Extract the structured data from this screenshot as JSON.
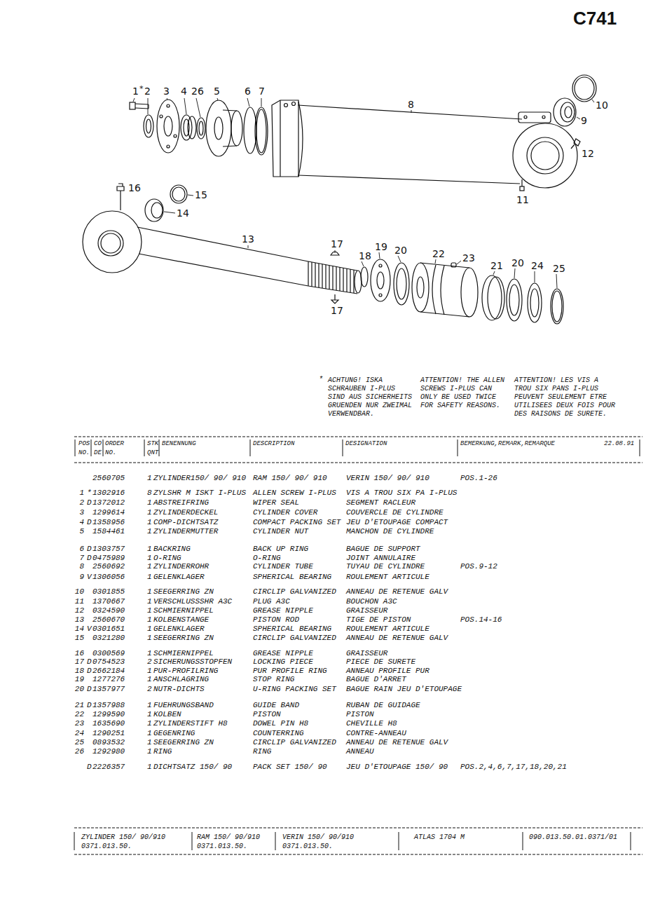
{
  "diagram": {
    "title": "C741",
    "labels": [
      "1",
      "*",
      "2",
      "3",
      "4",
      "26",
      "5",
      "6",
      "7",
      "8",
      "10",
      "9",
      "12",
      "11",
      "16",
      "15",
      "14",
      "13",
      "17",
      "18",
      "19",
      "20",
      "22",
      "23",
      "21",
      "20",
      "24",
      "25",
      "17",
      "*",
      "ACHTUNG! ISKA SCHRAUBEN I-PLUS SIND AUS SICHERHEITS GRUENDEN NUR ZWEIMAL VERWENDBAR.",
      "ATTENTION! THE ALLEN SCREWS I-PLUS CAN ONLY BE USED TWICE FOR SAFETY REASONS.",
      "ATTENTION! LES VIS A TROU SIX PANS I-PLUS PEUVENT SEULEMENT ETRE UTILISEES DEUX FOIS POUR DES RAISONS DE SURETE.",
      "POS",
      "CO",
      "ORDER",
      "STK",
      "BENENNUNG",
      "DESCRIPTION",
      "DESIGNATION",
      "BEMERKUNG,REMARK,REMARQUE",
      "22.08.91",
      "NO.",
      "DE",
      "NO.",
      "QNT",
      "2560705",
      "1",
      "ZYLINDER150/ 90/ 910",
      "RAM 150/ 90/ 910",
      "VERIN 150/ 90/ 910",
      "POS.1-26",
      "1",
      "*",
      "1302916",
      "8",
      "ZYLSHR M ISKT I-PLUS",
      "ALLEN SCREW I-PLUS",
      "VIS A TROU SIX PA I-PLUS",
      "2",
      "D",
      "1372012",
      "1",
      "ABSTREIFRING",
      "WIPER SEAL",
      "SEGMENT RACLEUR",
      "3",
      "1299614",
      "1",
      "ZYLINDERDECKEL",
      "CYLINDER COVER",
      "COUVERCLE DE CYLINDRE",
      "4",
      "D",
      "1358956",
      "1",
      "COMP-DICHTSATZ",
      "COMPACT PACKING SET",
      "JEU D'ETOUPAGE COMPACT",
      "5",
      "1584461",
      "1",
      "ZYLINDERMUTTER",
      "CYLINDER NUT",
      "MANCHON DE CYLINDRE",
      "6",
      "D",
      "1303757",
      "1",
      "BACKRING",
      "BACK UP RING",
      "BAGUE DE SUPPORT",
      "7",
      "D",
      "0475989",
      "1",
      "O-RING",
      "O-RING",
      "JOINT ANNULAIRE",
      "8",
      "2560692",
      "1",
      "ZYLINDERROHR",
      "CYLINDER TUBE",
      "TUYAU DE CYLINDRE",
      "POS.9-12",
      "9",
      "V",
      "1306056",
      "1",
      "GELENKLAGER",
      "SPHERICAL BEARING",
      "ROULEMENT ARTICULE",
      "10",
      "0301855",
      "1",
      "SEEGERRING ZN",
      "CIRCLIP GALVANIZED",
      "ANNEAU DE RETENUE GALV",
      "11",
      "1370667",
      "1",
      "VERSCHLUSSSHR A3C",
      "PLUG A3C",
      "BOUCHON A3C",
      "12",
      "0324590",
      "1",
      "SCHMIERNIPPEL",
      "GREASE NIPPLE",
      "GRAISSEUR",
      "13",
      "2560670",
      "1",
      "KOLBENSTANGE",
      "PISTON ROD",
      "TIGE DE PISTON",
      "POS.14-16",
      "14",
      "V",
      "0301651",
      "1",
      "GELENKLAGER",
      "SPHERICAL BEARING",
      "ROULEMENT ARTICULE",
      "15",
      "0321280",
      "1",
      "SEEGERRING ZN",
      "CIRCLIP GALVANIZED",
      "ANNEAU DE RETENUE GALV",
      "16",
      "0300569",
      "1",
      "SCHMIERNIPPEL",
      "GREASE NIPPLE",
      "GRAISSEUR",
      "17",
      "D",
      "0754523",
      "2",
      "SICHERUNGSSTOPFEN",
      "LOCKING PIECE",
      "PIECE DE SURETE",
      "18",
      "D",
      "2662184",
      "1",
      "PUR-PROFILRING",
      "PUR PROFILE RING",
      "ANNEAU PROFILE PUR",
      "19",
      "1277276",
      "1",
      "ANSCHLAGRING",
      "STOP RING",
      "BAGUE D'ARRET",
      "20",
      "D",
      "1357977",
      "2",
      "NUTR-DICHTS",
      "U-RING PACKING SET",
      "BAGUE RAIN JEU D'ETOUPAGE",
      "21",
      "D",
      "1357988",
      "1",
      "FUEHRUNGSBAND",
      "GUIDE BAND",
      "RUBAN DE GUIDAGE",
      "22",
      "1299590",
      "1",
      "KOLBEN",
      "PISTON",
      "PISTON",
      "23",
      "1635690",
      "1",
      "ZYLINDERSTIFT H8",
      "DOWEL PIN H8",
      "CHEVILLE H8",
      "24",
      "1290251",
      "1",
      "GEGENRING",
      "COUNTERRING",
      "CONTRE-ANNEAU",
      "25",
      "0893532",
      "1",
      "SEEGERRING ZN",
      "CIRCLIP GALVANIZED",
      "ANNEAU DE RETENUE GALV",
      "26",
      "1292980",
      "1",
      "RING",
      "RING",
      "ANNEAU",
      "D",
      "2226357",
      "1",
      "DICHTSATZ 150/ 90",
      "PACK SET 150/ 90",
      "JEU D'ETOUPAGE 150/ 90",
      "POS.2,4,6,7,17,18,20,21",
      "ZYLINDER 150/ 90/910",
      "RAM 150/ 90/910",
      "VERIN 150/ 90/910",
      "ATLAS 1704 M",
      "090.013.50.01.0371/01",
      "0371.013.50.",
      "0371.013.50.",
      "0371.013.50."
    ]
  }
}
